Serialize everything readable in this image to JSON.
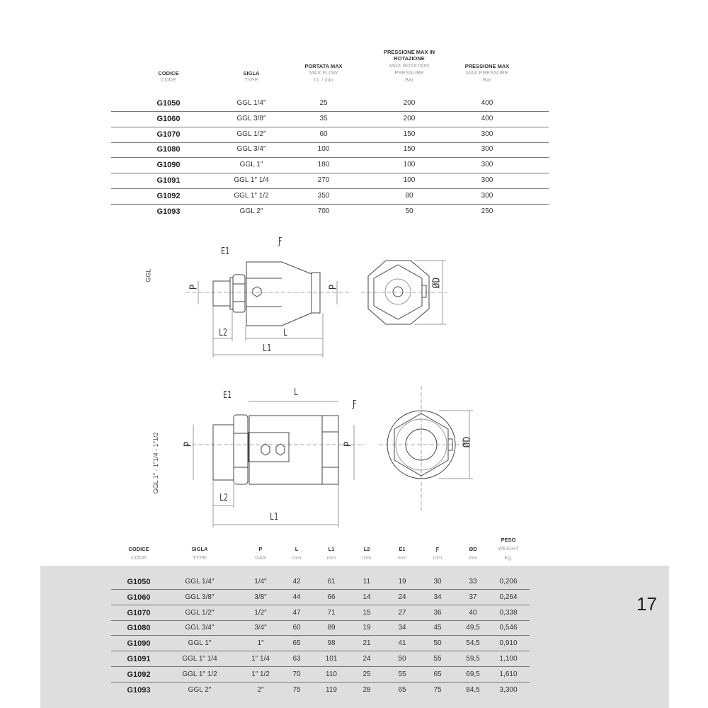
{
  "table1": {
    "headers": [
      {
        "title": "CODICE",
        "sub": "CODE",
        "unit": ""
      },
      {
        "title": "SIGLA",
        "sub": "TYPE",
        "unit": ""
      },
      {
        "title": "PORTATA MAX",
        "sub": "MAX FLOW",
        "unit": "Lt. / min"
      },
      {
        "title": "PRESSIONE MAX IN ROTAZIONE",
        "sub": "MAX ROTATION PRESSURE",
        "unit": "Bar"
      },
      {
        "title": "PRESSIONE MAX",
        "sub": "MAX PRESSURE",
        "unit": "Bar"
      }
    ],
    "header_lines": {
      "rot1": "PRESSIONE MAX IN",
      "rot2": "ROTAZIONE",
      "rot3": "MAX ROTATION",
      "rot4": "PRESSURE"
    },
    "rows": [
      [
        "G1050",
        "GGL 1/4″",
        "25",
        "200",
        "400"
      ],
      [
        "G1060",
        "GGL 3/8″",
        "35",
        "200",
        "400"
      ],
      [
        "G1070",
        "GGL 1/2″",
        "60",
        "150",
        "300"
      ],
      [
        "G1080",
        "GGL 3/4″",
        "100",
        "150",
        "300"
      ],
      [
        "G1090",
        "GGL 1″",
        "180",
        "100",
        "300"
      ],
      [
        "G1091",
        "GGL 1″ 1/4",
        "270",
        "100",
        "300"
      ],
      [
        "G1092",
        "GGL 1″ 1/2",
        "350",
        "80",
        "300"
      ],
      [
        "G1093",
        "GGL 2″",
        "700",
        "50",
        "250"
      ]
    ]
  },
  "drawings": {
    "top_label": "GGL",
    "bottom_label": "GGL 1″ - 1″1/4 - 1″1/2",
    "dim": {
      "E1": "E1",
      "F": "Ƒ",
      "P": "P",
      "L": "L",
      "L1": "L1",
      "L2": "L2",
      "OD": "ØD"
    }
  },
  "table2": {
    "headers": [
      {
        "title": "CODICE",
        "sub": "CODE"
      },
      {
        "title": "SIGLA",
        "sub": "TYPE"
      },
      {
        "title": "P",
        "sub": "GAS"
      },
      {
        "title": "L",
        "sub": "mm"
      },
      {
        "title": "L1",
        "sub": "mm"
      },
      {
        "title": "L2",
        "sub": "mm"
      },
      {
        "title": "E1",
        "sub": "mm"
      },
      {
        "title": "Ƒ",
        "sub": "mm"
      },
      {
        "title": "ØD",
        "sub": "mm"
      },
      {
        "title": "PESO",
        "sub": "WEIGHT",
        "unit": "Kg."
      }
    ],
    "rows": [
      [
        "G1050",
        "GGL 1/4″",
        "1/4″",
        "42",
        "61",
        "11",
        "19",
        "30",
        "33",
        "0,206"
      ],
      [
        "G1060",
        "GGL 3/8″",
        "3/8″",
        "44",
        "66",
        "14",
        "24",
        "34",
        "37",
        "0,264"
      ],
      [
        "G1070",
        "GGL 1/2″",
        "1/2″",
        "47",
        "71",
        "15",
        "27",
        "36",
        "40",
        "0,338"
      ],
      [
        "G1080",
        "GGL 3/4″",
        "3/4″",
        "60",
        "89",
        "19",
        "34",
        "45",
        "49,5",
        "0,546"
      ],
      [
        "G1090",
        "GGL 1″",
        "1″",
        "65",
        "98",
        "21",
        "41",
        "50",
        "54,5",
        "0,910"
      ],
      [
        "G1091",
        "GGL 1″ 1/4",
        "1″ 1/4",
        "63",
        "101",
        "24",
        "50",
        "55",
        "59,5",
        "1,100"
      ],
      [
        "G1092",
        "GGL 1″ 1/2",
        "1″ 1/2",
        "70",
        "110",
        "25",
        "55",
        "65",
        "69,5",
        "1,610"
      ],
      [
        "G1093",
        "GGL 2″",
        "2″",
        "75",
        "119",
        "28",
        "65",
        "75",
        "84,5",
        "3,300"
      ]
    ]
  },
  "page_number": "17"
}
